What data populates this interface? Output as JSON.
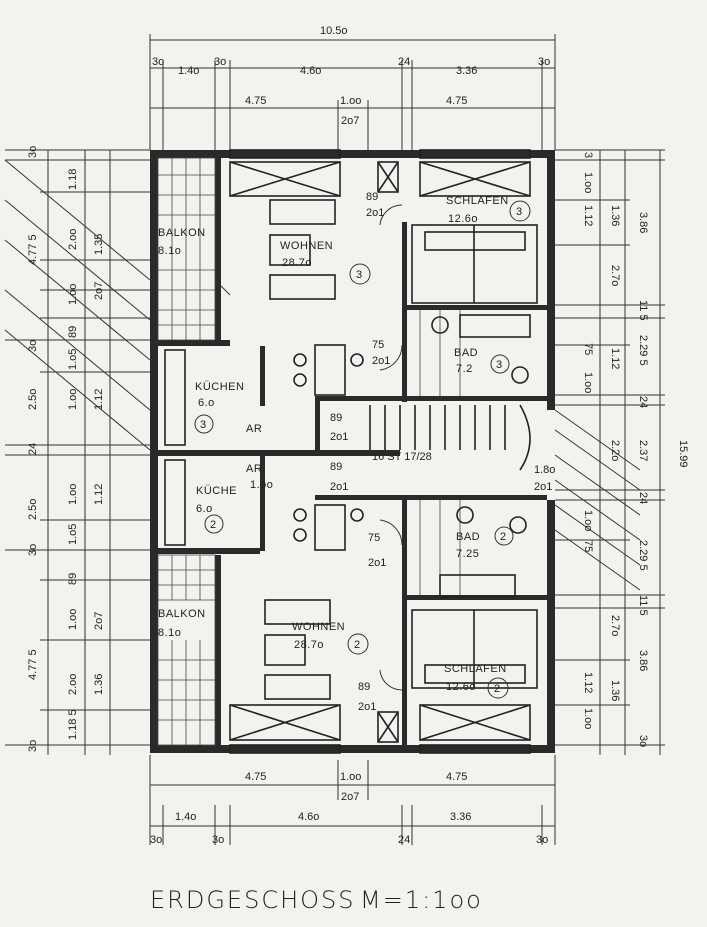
{
  "title": "ERDGESCHOSS",
  "scale": "M=1:1oo",
  "top_dims": {
    "overall": "10.5o",
    "row1": [
      "3o",
      "1.4o",
      "3o",
      "4.6o",
      "24",
      "3.36",
      "3o"
    ],
    "row2": [
      "4.75",
      "1.oo",
      "4.75"
    ],
    "row2_sub": "2o7"
  },
  "bottom_dims": {
    "row1": [
      "4.75",
      "1.oo",
      "4.75"
    ],
    "row1_sub": "2o7",
    "row2": [
      "1.4o",
      "4.6o",
      "3.36"
    ],
    "row3": [
      "3o",
      "3o",
      "24",
      "3o"
    ]
  },
  "left_dims": {
    "outer": [
      "3o",
      "4.77 5",
      "3o",
      "2.5o",
      "24",
      "2.5o",
      "3o",
      "4.77 5",
      "3o"
    ],
    "mid": [
      "1.18",
      "2.oo",
      "1.oo",
      "89",
      "1.o5",
      "1.oo",
      "1.oo",
      "1.o5",
      "89",
      "1.oo",
      "2.oo",
      "1.18 5"
    ],
    "inner": [
      "1.35",
      "2o7",
      "1.12",
      "1.12",
      "2o7",
      "1.36"
    ]
  },
  "right_dims": {
    "outer": "15.99",
    "col3": [
      "3.86",
      "11 5",
      "2.29 5",
      "24",
      "2.37",
      "24",
      "2.29 5",
      "11 5",
      "3.86",
      "3o"
    ],
    "col2": [
      "1.36",
      "2.7o",
      "1.12",
      "2.2o",
      "2.7o",
      "1.36"
    ],
    "col1": [
      "3",
      "1.oo",
      "1.12",
      "75",
      "1.oo",
      "1.oo",
      "75",
      "1.12",
      "1.oo"
    ]
  },
  "rooms": [
    {
      "name": "BALKON",
      "area": "8.1o"
    },
    {
      "name": "WOHNEN",
      "area": "28.7o",
      "unit": "3"
    },
    {
      "name": "SCHLAFEN",
      "area": "12.6o",
      "unit": "3"
    },
    {
      "name": "BAD",
      "area": "7.2",
      "unit": "3"
    },
    {
      "name": "KÜCHEN",
      "area": "6.o",
      "unit": "3"
    },
    {
      "name": "AR",
      "area": ""
    },
    {
      "name": "AR",
      "area": "1.oo"
    },
    {
      "name": "KÜCHE",
      "area": "6.o",
      "unit": "2"
    },
    {
      "name": "BAD",
      "area": "7.25",
      "unit": "2"
    },
    {
      "name": "BALKON",
      "area": "8.1o"
    },
    {
      "name": "WOHNEN",
      "area": "28.7o",
      "unit": "2"
    },
    {
      "name": "SCHLAFEN",
      "area": "12.6o",
      "unit": "2"
    }
  ],
  "door_labels": [
    "89",
    "2o1",
    "75",
    "2o1",
    "89",
    "2o1",
    "89",
    "2o1",
    "1.8o",
    "2o1",
    "75",
    "2o1",
    "89",
    "2o1"
  ],
  "stair": "16 ST 17/28"
}
